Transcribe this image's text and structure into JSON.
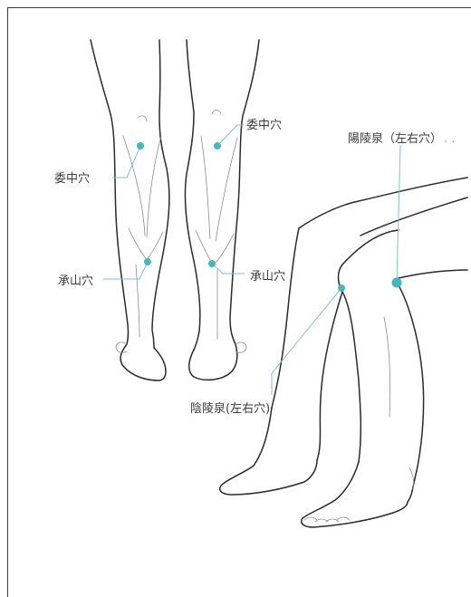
{
  "accent_color": "#46b8bc",
  "points": {
    "weizhong_left": {
      "label": "委中穴"
    },
    "weizhong_right": {
      "label": "委中穴"
    },
    "chengshan_left": {
      "label": "承山穴"
    },
    "chengshan_right": {
      "label": "承山穴"
    },
    "yanglingquan": {
      "label": "陽陵泉（左右穴）",
      "trail": ". ."
    },
    "yinlingquan": {
      "label": "陰陵泉(左右穴)"
    }
  }
}
